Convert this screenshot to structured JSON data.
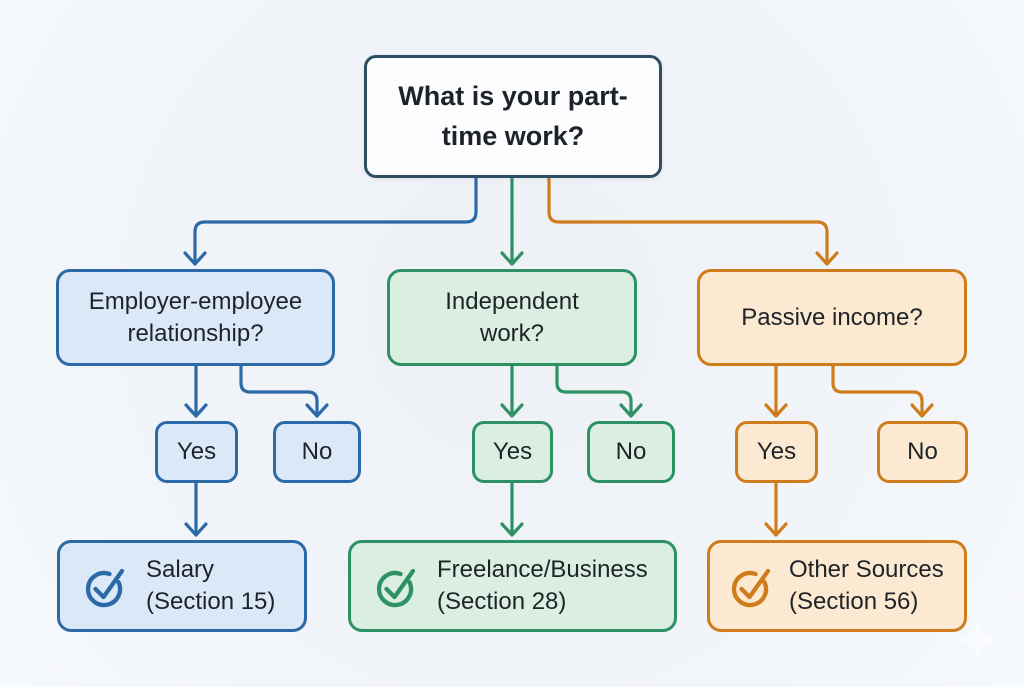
{
  "colors": {
    "background": "#f2f5f9",
    "canvas_tint": "#edf1f6",
    "text": "#1f2328",
    "root_border": "#2d4f63",
    "root_fill": "#fcfdfe",
    "blue": "#2b6aa6",
    "blue_fill": "#dbe8f7",
    "green": "#2e9164",
    "green_fill": "#daefe2",
    "orange": "#cf7c1d",
    "orange_fill": "#fbe9d1"
  },
  "root": {
    "question": "What is your part-time work?"
  },
  "branches": [
    {
      "accent": "blue",
      "question": "Employer-employee relationship?",
      "yes": "Yes",
      "no": "No",
      "result": {
        "title": "Salary",
        "section": "(Section 15)"
      }
    },
    {
      "accent": "green",
      "question": "Independent work?",
      "yes": "Yes",
      "no": "No",
      "result": {
        "title": "Freelance/Business",
        "section": "(Section 28)"
      }
    },
    {
      "accent": "orange",
      "question": "Passive income?",
      "yes": "Yes",
      "no": "No",
      "result": {
        "title": "Other Sources",
        "section": "(Section 56)"
      }
    }
  ]
}
